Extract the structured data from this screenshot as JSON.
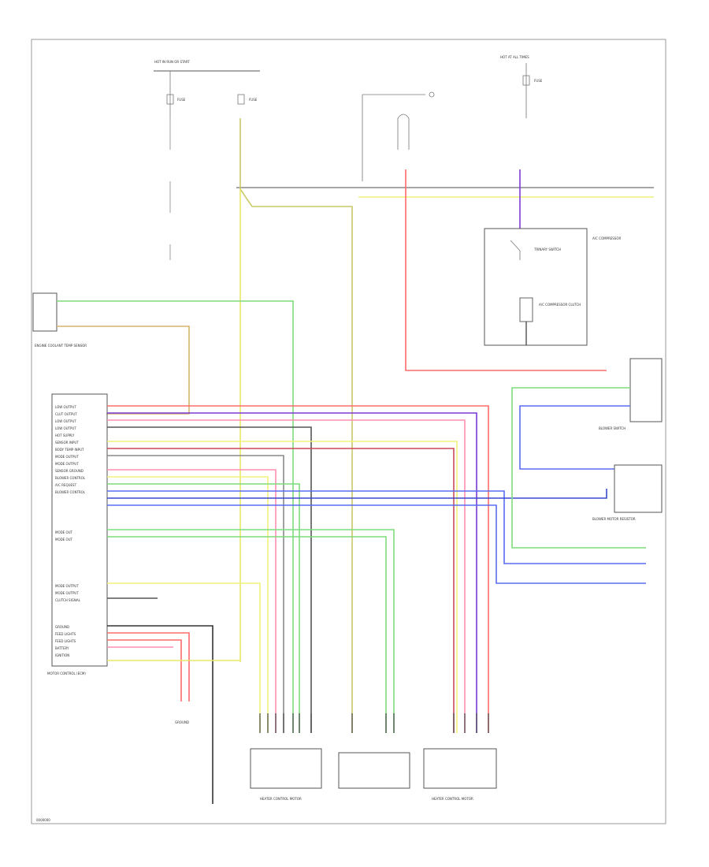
{
  "colors": {
    "red": "#ff6b6b",
    "violet": "#7a3ad6",
    "pink": "#ff8fb0",
    "green": "#7ddc7d",
    "yellow": "#f2f27a",
    "blue": "#5a6cf0",
    "tan": "#d8b36a",
    "black": "#333333",
    "gray": "#888888",
    "darkred": "#c84a5a",
    "olive": "#c8c86a"
  },
  "labels": {
    "hot_run_start": "HOT IN RUN OR START",
    "hot_at_all_times": "HOT AT ALL TIMES",
    "fuse_a": "FUSE",
    "fuse_b": "FUSE",
    "fuse_c": "FUSE",
    "compressor_clutch": "A/C COMPRESSOR CLUTCH",
    "ac_compressor": "A/C COMPRESSOR",
    "trinary_switch": "TRINARY SWITCH",
    "engine_coolant_temp": "ENGINE COOLANT TEMP SENSOR",
    "ecm": "MOTOR CONTROL (ECM)",
    "ground_motor": "GROUND",
    "heater_control_a": "HEATER CONTROL MOTOR",
    "blower_switch": "BLOWER SWITCH",
    "heater_control_b": "HEATER CONTROL MOTOR",
    "blower_resistor": "BLOWER MOTOR RESISTOR",
    "footnote": "0000000"
  },
  "ecm_pins": [
    "LOW OUTPUT",
    "CLUT OUTPUT",
    "LOW OUTPUT",
    "LOW OUTPUT",
    "HOT SUPPLY",
    "SENSOR INPUT",
    "BODY TEMP INPUT",
    "MODE OUTPUT",
    "MODE OUTPUT",
    "SENSOR GROUND",
    "BLOWER CONTROL",
    "A/C REQUEST",
    "BLOWER CONTROL",
    "",
    "MODE OUT",
    "MODE OUT",
    "",
    "",
    "",
    "",
    "MODE OUTPUT",
    "MODE OUTPUT",
    "CLUTCH SIGNAL",
    "",
    "GROUND",
    "FEED LIGHTS",
    "FEED LIGHTS",
    "BATTERY",
    "IGNITION"
  ]
}
